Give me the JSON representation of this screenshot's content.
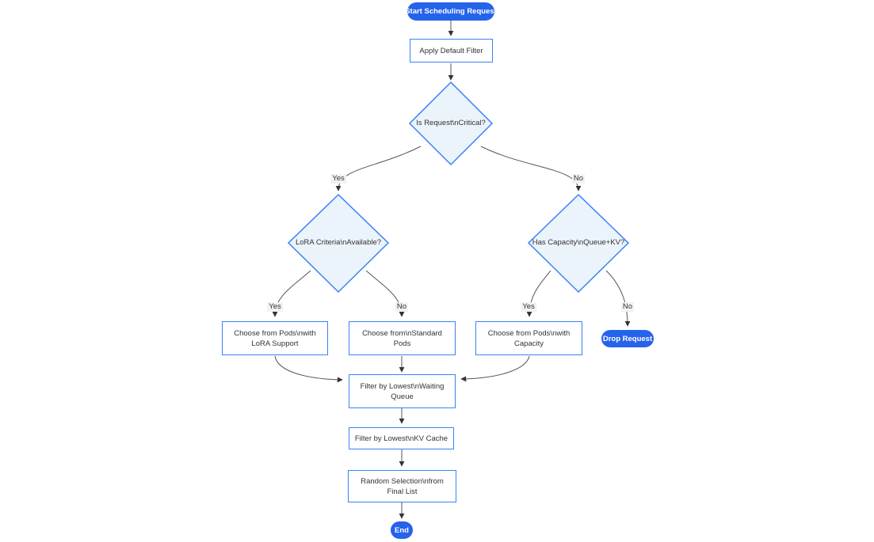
{
  "diagram": {
    "type": "flowchart",
    "direction": "top-down",
    "colors": {
      "terminal_fill": "#2563eb",
      "terminal_text": "#ffffff",
      "process_fill": "#ffffff",
      "node_border": "#3b82f6",
      "decision_fill": "#ebf3fb",
      "edge_line": "#555555",
      "arrowhead": "#333333",
      "edge_label_bg": "#f2f2f2",
      "text": "#333333"
    },
    "nodes": {
      "start": {
        "shape": "pill",
        "lines": [
          "Start Scheduling Request"
        ]
      },
      "apply_filter": {
        "shape": "rect",
        "lines": [
          "Apply Default Filter"
        ]
      },
      "is_critical": {
        "shape": "diamond",
        "lines": [
          "Is Request\\nCritical?"
        ]
      },
      "lora_criteria": {
        "shape": "diamond",
        "lines": [
          "LoRA Criteria\\nAvailable?"
        ]
      },
      "has_capacity": {
        "shape": "diamond",
        "lines": [
          "Has Capacity\\nQueue+KV?"
        ]
      },
      "choose_lora_pods": {
        "shape": "rect",
        "lines": [
          "Choose from Pods\\nwith",
          "LoRA Support"
        ]
      },
      "choose_standard_pods": {
        "shape": "rect",
        "lines": [
          "Choose from\\nStandard",
          "Pods"
        ]
      },
      "choose_capacity_pods": {
        "shape": "rect",
        "lines": [
          "Choose from Pods\\nwith",
          "Capacity"
        ]
      },
      "drop_request": {
        "shape": "pill",
        "lines": [
          "Drop Request"
        ]
      },
      "filter_waiting_queue": {
        "shape": "rect",
        "lines": [
          "Filter by Lowest\\nWaiting",
          "Queue"
        ]
      },
      "filter_kv_cache": {
        "shape": "rect",
        "lines": [
          "Filter by Lowest\\nKV Cache"
        ]
      },
      "random_selection": {
        "shape": "rect",
        "lines": [
          "Random Selection\\nfrom",
          "Final List"
        ]
      },
      "end": {
        "shape": "pill",
        "lines": [
          "End"
        ]
      }
    },
    "edges": [
      {
        "from": "start",
        "to": "apply_filter",
        "label": ""
      },
      {
        "from": "apply_filter",
        "to": "is_critical",
        "label": ""
      },
      {
        "from": "is_critical",
        "to": "lora_criteria",
        "label": "Yes"
      },
      {
        "from": "is_critical",
        "to": "has_capacity",
        "label": "No"
      },
      {
        "from": "lora_criteria",
        "to": "choose_lora_pods",
        "label": "Yes"
      },
      {
        "from": "lora_criteria",
        "to": "choose_standard_pods",
        "label": "No"
      },
      {
        "from": "has_capacity",
        "to": "choose_capacity_pods",
        "label": "Yes"
      },
      {
        "from": "has_capacity",
        "to": "drop_request",
        "label": "No"
      },
      {
        "from": "choose_lora_pods",
        "to": "filter_waiting_queue",
        "label": ""
      },
      {
        "from": "choose_standard_pods",
        "to": "filter_waiting_queue",
        "label": ""
      },
      {
        "from": "choose_capacity_pods",
        "to": "filter_waiting_queue",
        "label": ""
      },
      {
        "from": "filter_waiting_queue",
        "to": "filter_kv_cache",
        "label": ""
      },
      {
        "from": "filter_kv_cache",
        "to": "random_selection",
        "label": ""
      },
      {
        "from": "random_selection",
        "to": "end",
        "label": ""
      }
    ]
  }
}
